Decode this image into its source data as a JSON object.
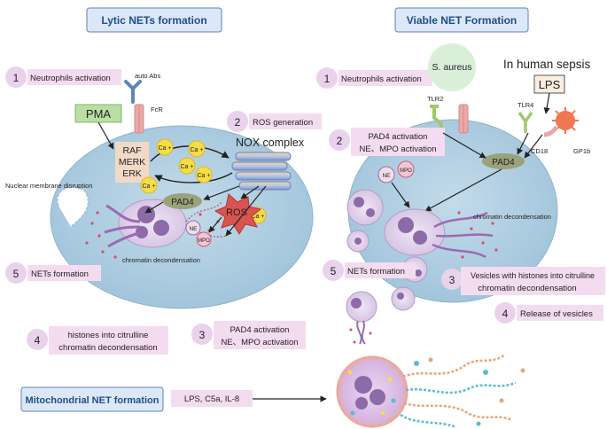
{
  "sections": {
    "lytic_title": "Lytic NETs formation",
    "viable_title": "Viable NET Formation",
    "mito_title": "Mitochondrial NET formation"
  },
  "lytic": {
    "step1": {
      "num": "1",
      "label": "Neutrophils activation"
    },
    "step2": {
      "num": "2",
      "label": "ROS generation"
    },
    "step3": {
      "num": "3",
      "line1": "PAD4 activation",
      "line2": "NE、MPO activation"
    },
    "step4": {
      "num": "4",
      "line1": "histones into citrulline",
      "line2": "chromatin decondensation"
    },
    "step5": {
      "num": "5",
      "label": "NETs formation"
    },
    "pma": "PMA",
    "auto_abs": "auto Abs",
    "fcr": "FcR",
    "kinases": [
      "RAF",
      "MERK",
      "ERK"
    ],
    "ca": "Ca +",
    "nox": "NOX complex",
    "pad4": "PAD4",
    "ros": "ROS",
    "ne": "NE",
    "mpo": "MPO",
    "nuclear_disruption": "Nuclear membrane disruption",
    "chromatin": "chromatin decondensation"
  },
  "viable": {
    "step1": {
      "num": "1",
      "label": "Neutrophils activation"
    },
    "step2": {
      "num": "2",
      "line1": "PAD4 activation",
      "line2": "NE、MPO activation"
    },
    "step3": {
      "num": "3",
      "line1": "Vesicles with histones into citrulline",
      "line2": "chromatin decondensation"
    },
    "step4": {
      "num": "4",
      "label": "Release of vesicles"
    },
    "step5": {
      "num": "5",
      "label": "NETs formation"
    },
    "s_aureus": "S. aureus",
    "human_sepsis": "In human sepsis",
    "lps": "LPS",
    "tlr2": "TLR2",
    "tlr4": "TLR4",
    "cd18": "CD18",
    "gp1b": "GP1b",
    "pad4": "PAD4",
    "ne": "NE",
    "mpo": "MPO",
    "chromatin": "chromatin decondensation"
  },
  "mito": {
    "stimuli": "LPS, C5a, IL-8"
  },
  "colors": {
    "title_box": "#dce8f7",
    "title_border": "#5b7fbf",
    "title_text": "#1f4e8c",
    "step_label": "#f4dcf0",
    "step_circle": "#ead2ec",
    "cell": "#a9cbe0",
    "pad4": "#9aa27a",
    "ros": "#d9534f",
    "ca": "#f6dc46",
    "pma_box": "#b9dfa5",
    "lps_box": "#fbeee0"
  }
}
